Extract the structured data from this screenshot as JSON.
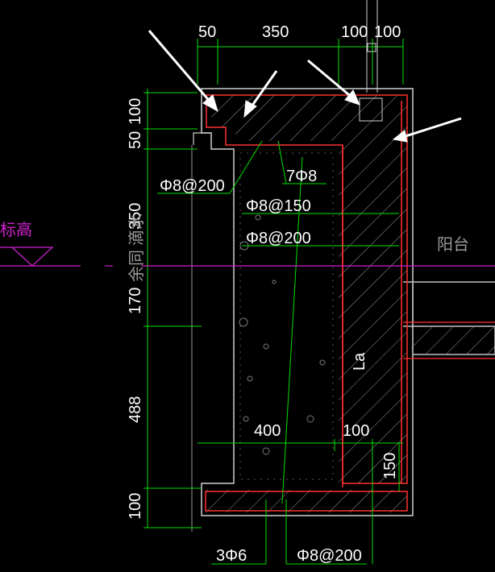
{
  "dims_top": [
    "50",
    "350",
    "100",
    "100"
  ],
  "dims_left": [
    "100",
    "50",
    "350",
    "170",
    "488",
    "100"
  ],
  "dims_inner": [
    "400",
    "100",
    "150"
  ],
  "rebar": {
    "r1": "Φ8@200",
    "r2": "7Φ8",
    "r3": "Φ8@150",
    "r4": "Φ8@200",
    "r5": "3Φ6",
    "r6": "Φ8@200",
    "la": "La"
  },
  "labels": {
    "balcony": "阳台",
    "drip": "滴水",
    "elev_left": "标高",
    "rest": "余同"
  },
  "colors": {
    "background": "#000000",
    "dimension": "#00e000",
    "rebar": "#ff3030",
    "concrete": "#bfbfbf",
    "level": "#d020d0",
    "outline": "#ffffff"
  }
}
